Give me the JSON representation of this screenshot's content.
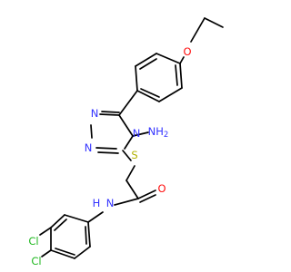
{
  "colors": {
    "carbon": "#000000",
    "nitrogen": "#3333ff",
    "oxygen": "#ff0d0d",
    "sulfur": "#b2b200",
    "chlorine": "#1fb81f"
  },
  "labels": {
    "o_ether": "O",
    "n_triazole_3": "N",
    "n_triazole_2": "N",
    "n_triazole_4": "N",
    "nh2_main": "NH",
    "nh2_sub": "2",
    "s_thioether": "S",
    "o_carbonyl": "O",
    "n_amide": "N",
    "h_amide": "H",
    "cl_upper": "Cl",
    "cl_lower": "Cl"
  }
}
